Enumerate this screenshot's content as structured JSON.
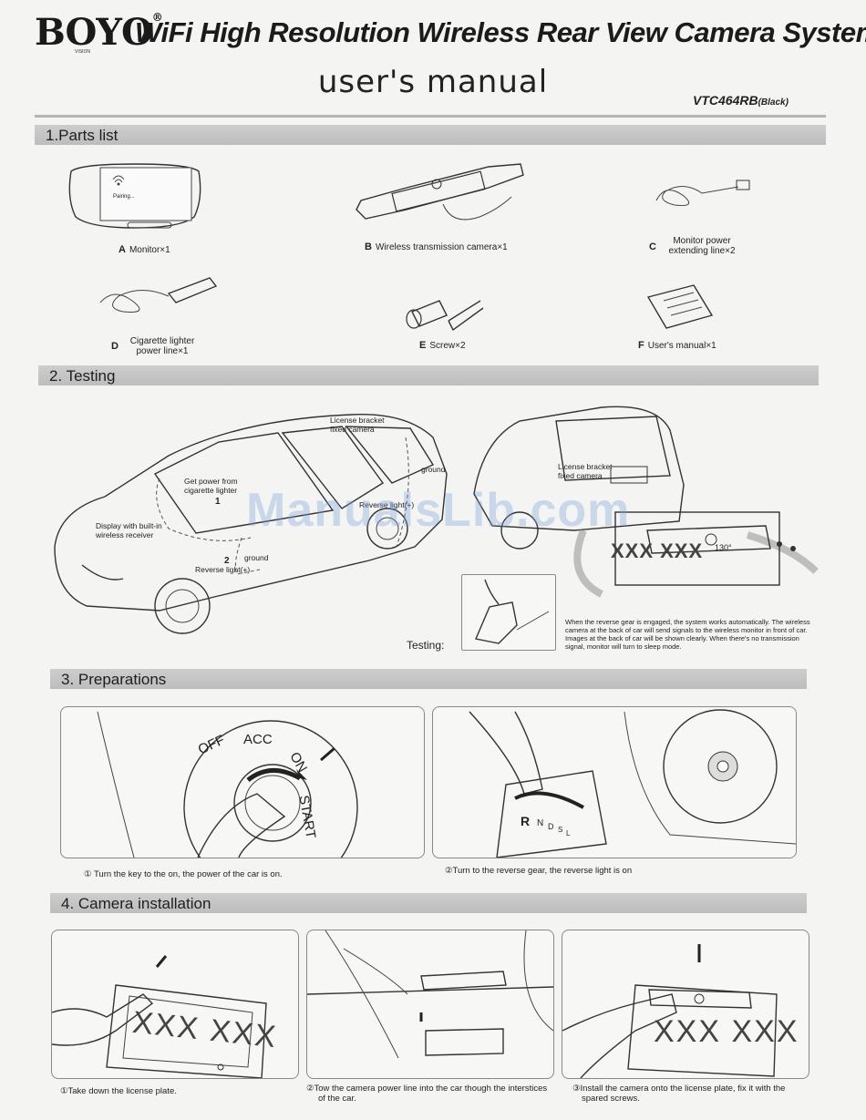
{
  "header": {
    "brand": "BOYO",
    "brand_sub": "VISION",
    "title": "WiFi High Resolution Wireless Rear View Camera System",
    "subtitle": "user's manual",
    "model": "VTC464RB",
    "model_variant": "(Black)"
  },
  "sections": {
    "parts_list": "1.Parts list",
    "testing": "2. Testing",
    "preparations": "3. Preparations",
    "camera_installation": "4. Camera installation"
  },
  "parts": {
    "a_letter": "A",
    "a_text": "Monitor×1",
    "a_screen": "Pairing...",
    "b_letter": "B",
    "b_text": "Wireless transmission camera×1",
    "c_letter": "C",
    "c_line1": "Monitor power",
    "c_line2": "extending line×2",
    "d_letter": "D",
    "d_line1": "Cigarette lighter",
    "d_line2": "power line×1",
    "e_letter": "E",
    "e_text": "Screw×2",
    "f_letter": "F",
    "f_text": "User's manual×1"
  },
  "testing": {
    "license_fixed_1": "License bracket",
    "license_fixed_2": "fixed camera",
    "get_power_1": "Get power from",
    "get_power_2": "cigarette lighter",
    "num_1": "1",
    "display_1": "Display with built-in",
    "display_2": "wireless receiver",
    "num_2": "2",
    "ground_1": "ground",
    "ground_2": "ground",
    "reverse_light": "Reverse light(+)",
    "reverse_light_2": "Reverse light(+)",
    "license_fixed_3": "License bracket",
    "license_fixed_4": "fixed camera",
    "plate_text": "XXX XXX",
    "angle": "130°",
    "testing_label": "Testing:",
    "note": "When the reverse gear is engaged, the system works automatically. The wireless camera at the back of car will send signals to the wireless monitor in front of car. Images at the back of car will be shown clearly. When there's no transmission signal, monitor will turn to sleep mode."
  },
  "preparations": {
    "ign_off": "OFF",
    "ign_acc": "ACC",
    "ign_on": "ON",
    "ign_start": "START",
    "gear_r": "R",
    "gear_n": "N",
    "gear_d": "D",
    "gear_s": "S",
    "gear_l": "L",
    "step1": "① Turn the key to the on, the power of the car is on.",
    "step2": "②Turn to the reverse gear, the reverse light is on"
  },
  "installation": {
    "plate_text": "XXX  XXX",
    "plate_text_2": "XXX  XXX",
    "step1": "①Take down the license plate.",
    "step2_1": "②Tow the camera power line into the car though the interstices",
    "step2_2": "of the car.",
    "step3_1": "③Install the camera onto the license plate, fix it with the",
    "step3_2": "spared screws."
  },
  "watermark": "ManualsLib.com"
}
